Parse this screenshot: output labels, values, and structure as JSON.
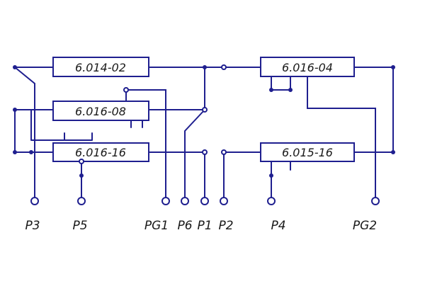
{
  "components": {
    "b1": "6.014-02",
    "b2": "6.016-08",
    "b3": "6.016-16",
    "b4": "6.016-04",
    "b5": "6.015-16"
  },
  "pins": {
    "p3": "P3",
    "p5": "P5",
    "pg1": "PG1",
    "p6": "P6",
    "p1": "P1",
    "p2": "P2",
    "p4": "P4",
    "pg2": "PG2"
  },
  "colors": {
    "wire": "#1f1f8f",
    "text": "#1a1a1a"
  }
}
